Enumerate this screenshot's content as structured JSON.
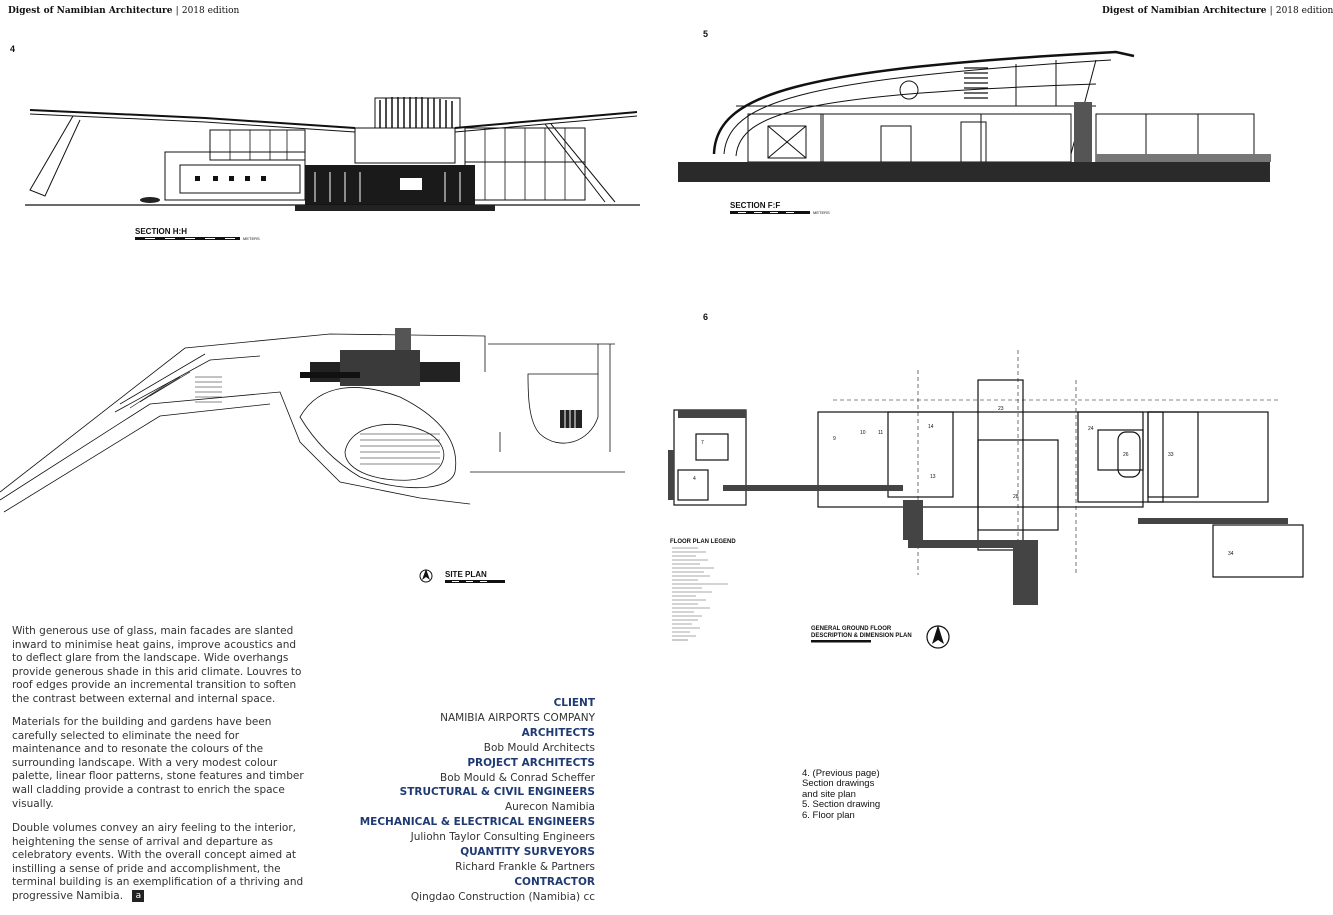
{
  "header": {
    "left_title": "Digest of Namibian Architecture",
    "left_edition": "2018 edition",
    "right_title": "Digest of Namibian Architecture",
    "right_edition": "2018 edition",
    "separator": "|"
  },
  "figures": {
    "fig4_number": "4",
    "fig5_number": "5",
    "fig6_number": "6",
    "section_hh_label": "SECTION H:H",
    "section_ff_label": "SECTION F:F",
    "site_plan_label": "SITE PLAN",
    "floor_plan_legend_label": "FLOOR PLAN LEGEND",
    "floor_plan_title_line1": "GENERAL GROUND FLOOR",
    "floor_plan_title_line2": "DESCRIPTION & DIMENSION PLAN",
    "scale_unit": "METERS"
  },
  "body_paragraphs": [
    "With generous use of glass, main facades are slanted inward to minimise heat gains, improve acoustics and to deflect glare from the landscape. Wide overhangs provide generous shade in this arid climate. Louvres to roof edges provide an incremental transition to soften the contrast between external and internal space.",
    "Materials for the building and gardens have been carefully selected to eliminate the need for maintenance and to resonate the colours of the surrounding landscape. With a very modest colour palette, linear floor patterns, stone features and timber wall cladding provide a contrast to enrich the space visually.",
    "Double volumes convey an airy feeling to the interior, heightening the sense of arrival and departure as celebratory events. With the overall concept aimed at instilling a sense of pride and accomplishment, the terminal building is an exemplification of a thriving and progressive Namibia."
  ],
  "end_mark": "a",
  "credits": [
    {
      "role": "CLIENT",
      "name": "NAMIBIA AIRPORTS COMPANY"
    },
    {
      "role": "ARCHITECTS",
      "name": "Bob Mould Architects"
    },
    {
      "role": "PROJECT ARCHITECTS",
      "name": "Bob Mould & Conrad Scheffer"
    },
    {
      "role": "STRUCTURAL & CIVIL ENGINEERS",
      "name": "Aurecon Namibia"
    },
    {
      "role": "MECHANICAL & ELECTRICAL ENGINEERS",
      "name": "Juliohn Taylor Consulting Engineers"
    },
    {
      "role": "QUANTITY SURVEYORS",
      "name": "Richard Frankle & Partners"
    },
    {
      "role": "CONTRACTOR",
      "name": "Qingdao Construction (Namibia) cc"
    }
  ],
  "captions": [
    "4. (Previous page)",
    "Section drawings",
    "and site plan",
    "5. Section drawing",
    "6. Floor plan"
  ]
}
